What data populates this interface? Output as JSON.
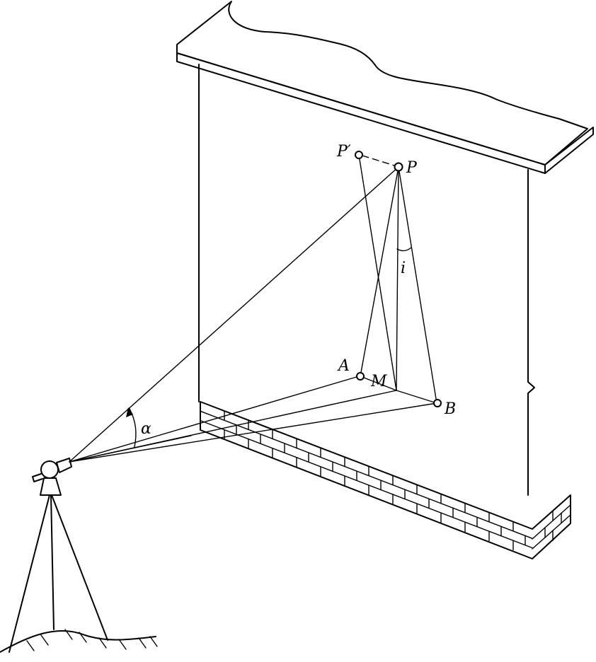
{
  "labels": {
    "p_prime": "P′",
    "p": "P",
    "i": "i",
    "a": "A",
    "m": "M",
    "b": "B",
    "alpha": "α"
  }
}
